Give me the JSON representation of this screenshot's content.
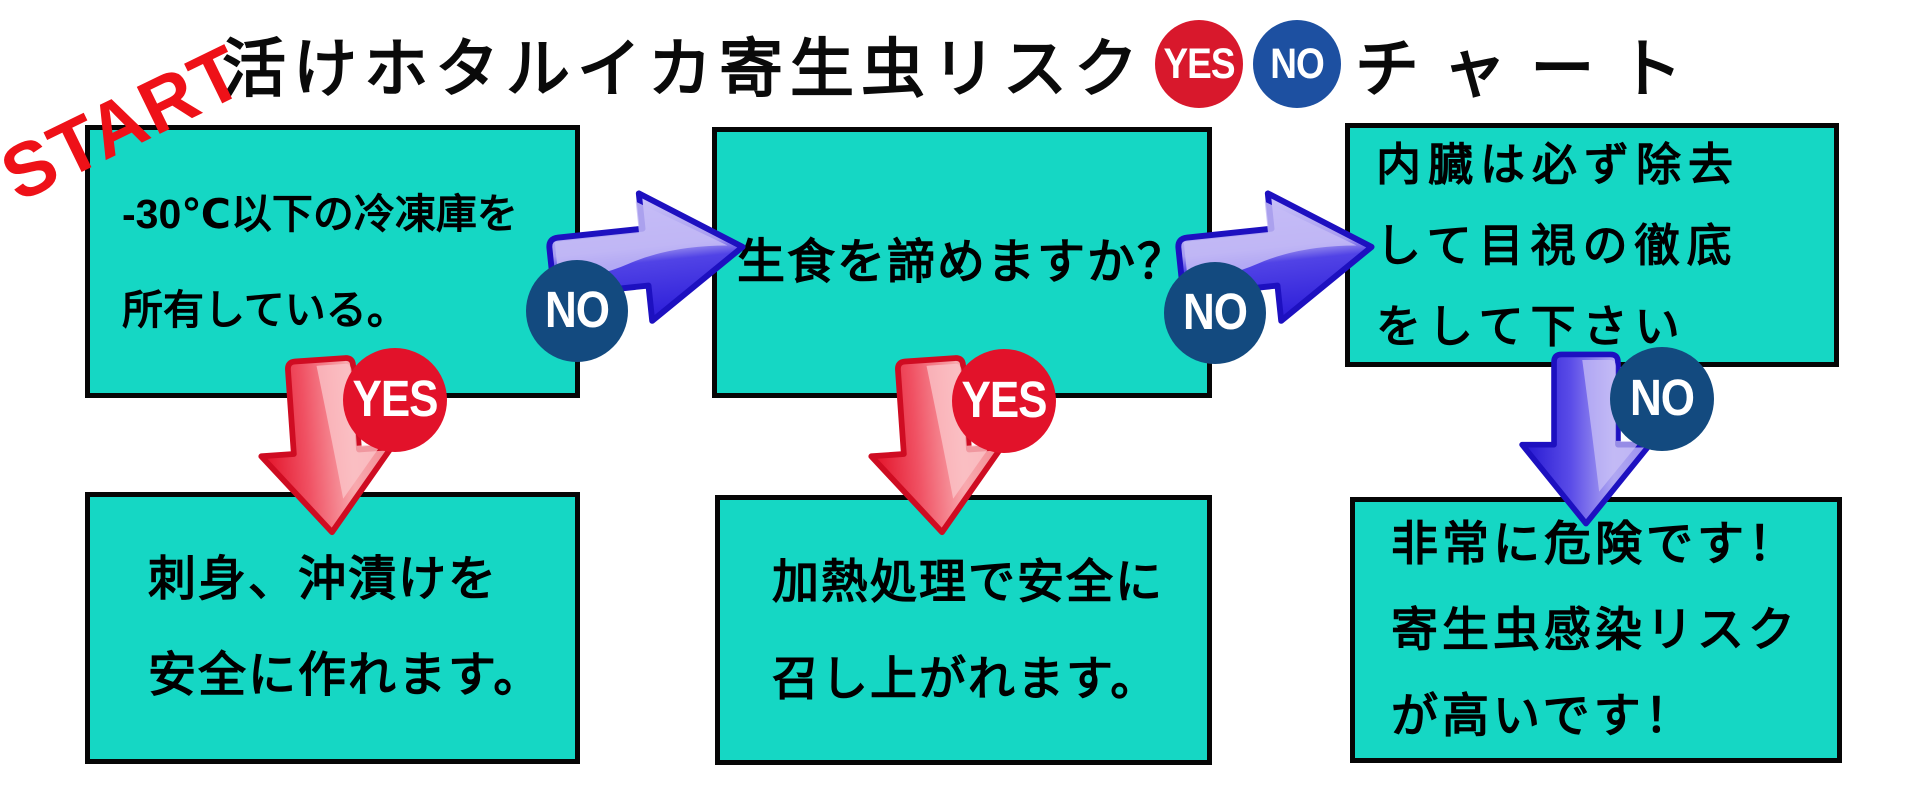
{
  "title": {
    "part1": "活けホタルイカ寄生虫リスク",
    "yes_label": "YES",
    "no_label": "NO",
    "part2": "チャート"
  },
  "start_label": "START",
  "boxes": {
    "q1": {
      "lines": [
        "-30℃以下の冷凍庫を",
        "所有している。"
      ]
    },
    "q2": {
      "lines": [
        "生食を諦めますか？"
      ]
    },
    "q3": {
      "lines": [
        "内臓は必ず除去",
        "して目視の徹底",
        "をして下さい"
      ]
    },
    "r1": {
      "lines": [
        "刺身、沖漬けを",
        "安全に作れます。"
      ]
    },
    "r2": {
      "lines": [
        "加熱処理で安全に",
        "召し上がれます。"
      ]
    },
    "r3": {
      "lines": [
        "非常に危険です！",
        "寄生虫感染リスク",
        "が高いです！"
      ]
    }
  },
  "connectors": {
    "no1": "NO",
    "no2": "NO",
    "no3": "NO",
    "yes1": "YES",
    "yes2": "YES"
  },
  "icons": {
    "arrow_right_blue": "glossy-right-arrow",
    "arrow_down_red": "glossy-down-arrow",
    "arrow_down_blue": "glossy-down-arrow"
  },
  "colors": {
    "box_fill": "#15d7c4",
    "box_border": "#060606",
    "start_red": "#ee1118",
    "title_yes_red": "#d8182c",
    "title_no_blue": "#1d50a1",
    "badge_no_navy": "#134a7f",
    "badge_yes_red": "#e2122a",
    "arrow_blue": "#2b1cd8",
    "arrow_red": "#e20f26",
    "background": "#ffffff"
  }
}
